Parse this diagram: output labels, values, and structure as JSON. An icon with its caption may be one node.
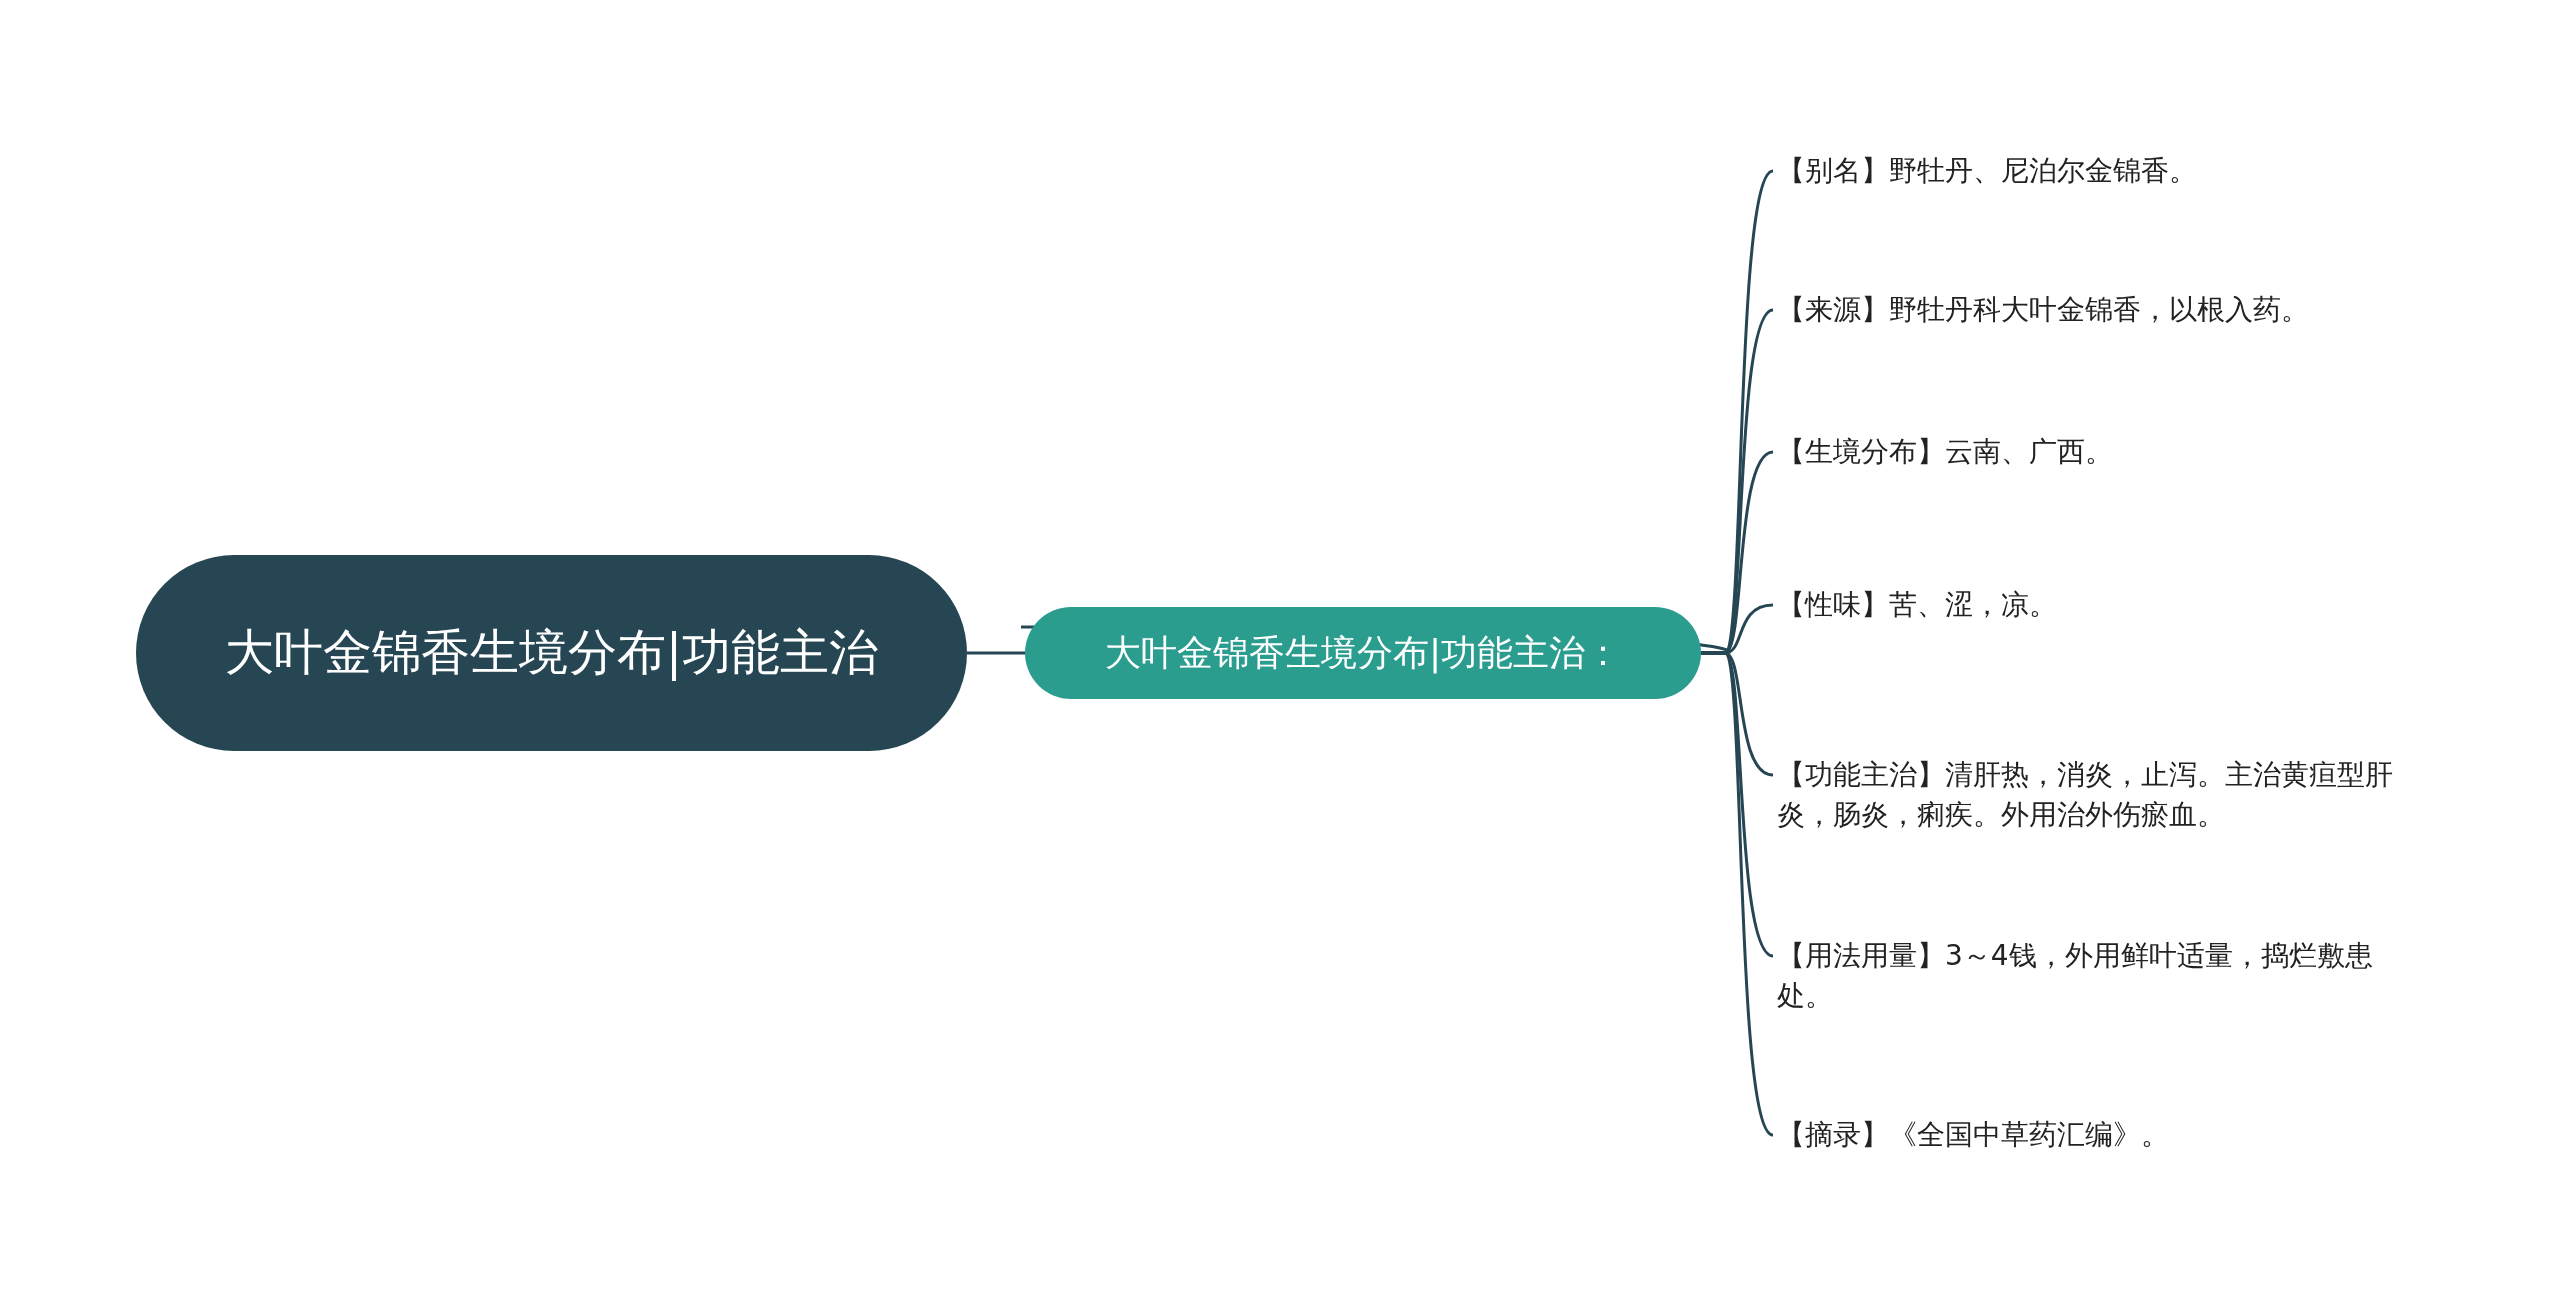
{
  "diagram": {
    "nodes": [
      {
        "text": [
          "大叶金锦香生境分布|功能主治"
        ]
      },
      {
        "text": [
          "大叶金锦香生境分布|功能主治："
        ]
      },
      {
        "text": [
          "【别名】野牡丹、尼泊尔金锦香。"
        ]
      },
      {
        "text": [
          "【来源】野牡丹科大叶金锦香，以根入药。"
        ]
      },
      {
        "text": [
          "【生境分布】云南、广西。"
        ]
      },
      {
        "text": [
          "【性味】苦、涩，凉。"
        ]
      },
      {
        "text": [
          "【功能主治】清肝热，消炎，止泻。主治黄疸型肝炎，肠炎，痢疾。外用治外伤瘀血。"
        ]
      },
      {
        "text": [
          "【用法用量】3～4钱，外用鲜叶适量，捣烂敷患处。"
        ]
      },
      {
        "text": [
          "【摘录】《全国中草药汇编》。"
        ]
      }
    ],
    "edges": [
      {
        "from": 0,
        "to": 1,
        "arrow": "none"
      },
      {
        "from": 1,
        "to": 2,
        "arrow": "none"
      },
      {
        "from": 1,
        "to": 3,
        "arrow": "none"
      },
      {
        "from": 1,
        "to": 4,
        "arrow": "none"
      },
      {
        "from": 1,
        "to": 5,
        "arrow": "none"
      },
      {
        "from": 1,
        "to": 6,
        "arrow": "none"
      },
      {
        "from": 1,
        "to": 7,
        "arrow": "none"
      },
      {
        "from": 1,
        "to": 8,
        "arrow": "none"
      }
    ]
  }
}
